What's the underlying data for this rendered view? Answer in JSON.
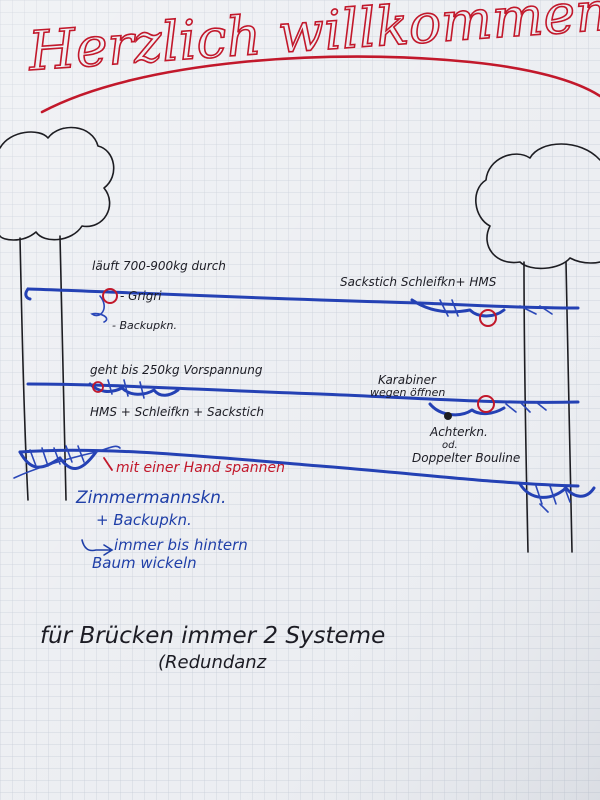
{
  "title": "Herzlich willkommen",
  "notes": {
    "grigri_runs": "läuft 700-900kg durch",
    "grigri": "- Grigri",
    "backup_knot": "- Backupkn.",
    "top_right_knots": "Sackstich Schleifkn+ HMS",
    "pretension": "geht bis 250kg Vorspannung",
    "carabiner": "Karabiner",
    "carabiner_line2": "wegen öffnen",
    "middle_knots": "HMS + Schleifkn + Sackstich",
    "eight_knot": "Achterkn.",
    "or": "od.",
    "double_bowline": "Doppelter Bouline",
    "one_hand": "mit einer Hand spannen",
    "carpenter_knot": "Zimmermannskn.",
    "plus_backup": "+ Backupkn.",
    "always_wrap": "immer bis hintern",
    "wrap_tree": "Baum wickeln",
    "bridges_rule": "für Brücken immer 2 Systeme",
    "redundancy": "(Redundanz"
  },
  "colors": {
    "paper": "#eceef2",
    "grid": "#c5cbd6",
    "blue_marker": "#2441b4",
    "red_marker": "#c2182b",
    "black_marker": "#1d1d22"
  }
}
